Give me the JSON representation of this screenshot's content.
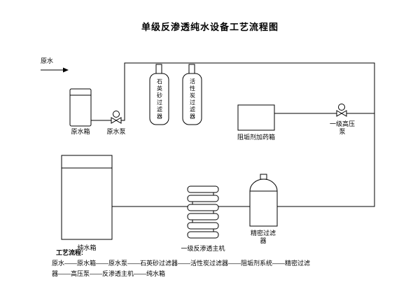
{
  "title": "单级反渗透纯水设备工艺流程图",
  "components": {
    "raw_water": "原水",
    "raw_water_tank": "原水箱",
    "raw_water_pump": "原水泵",
    "quartz_sand_filter": "石英砂过滤器",
    "activated_carbon_filter": "活性炭过滤器",
    "scale_inhibitor_dosing_tank": "阻垢剂加药箱",
    "high_pressure_pump_line1": "一级高压",
    "high_pressure_pump_line2": "泵",
    "pure_water_tank": "纯水箱",
    "ro_main_unit": "一级反渗透主机",
    "precision_filter_line1": "精密过滤",
    "precision_filter_line2": "器"
  },
  "process_flow": {
    "heading": "工艺流程:",
    "line1": "原水——原水箱——原水泵——石英砂过滤器——活性炭过滤器——阻垢剂系统——精密过滤",
    "line2": "器——高压泵——反渗透主机——纯水箱"
  },
  "colors": {
    "line": "#000000",
    "background": "#ffffff"
  }
}
